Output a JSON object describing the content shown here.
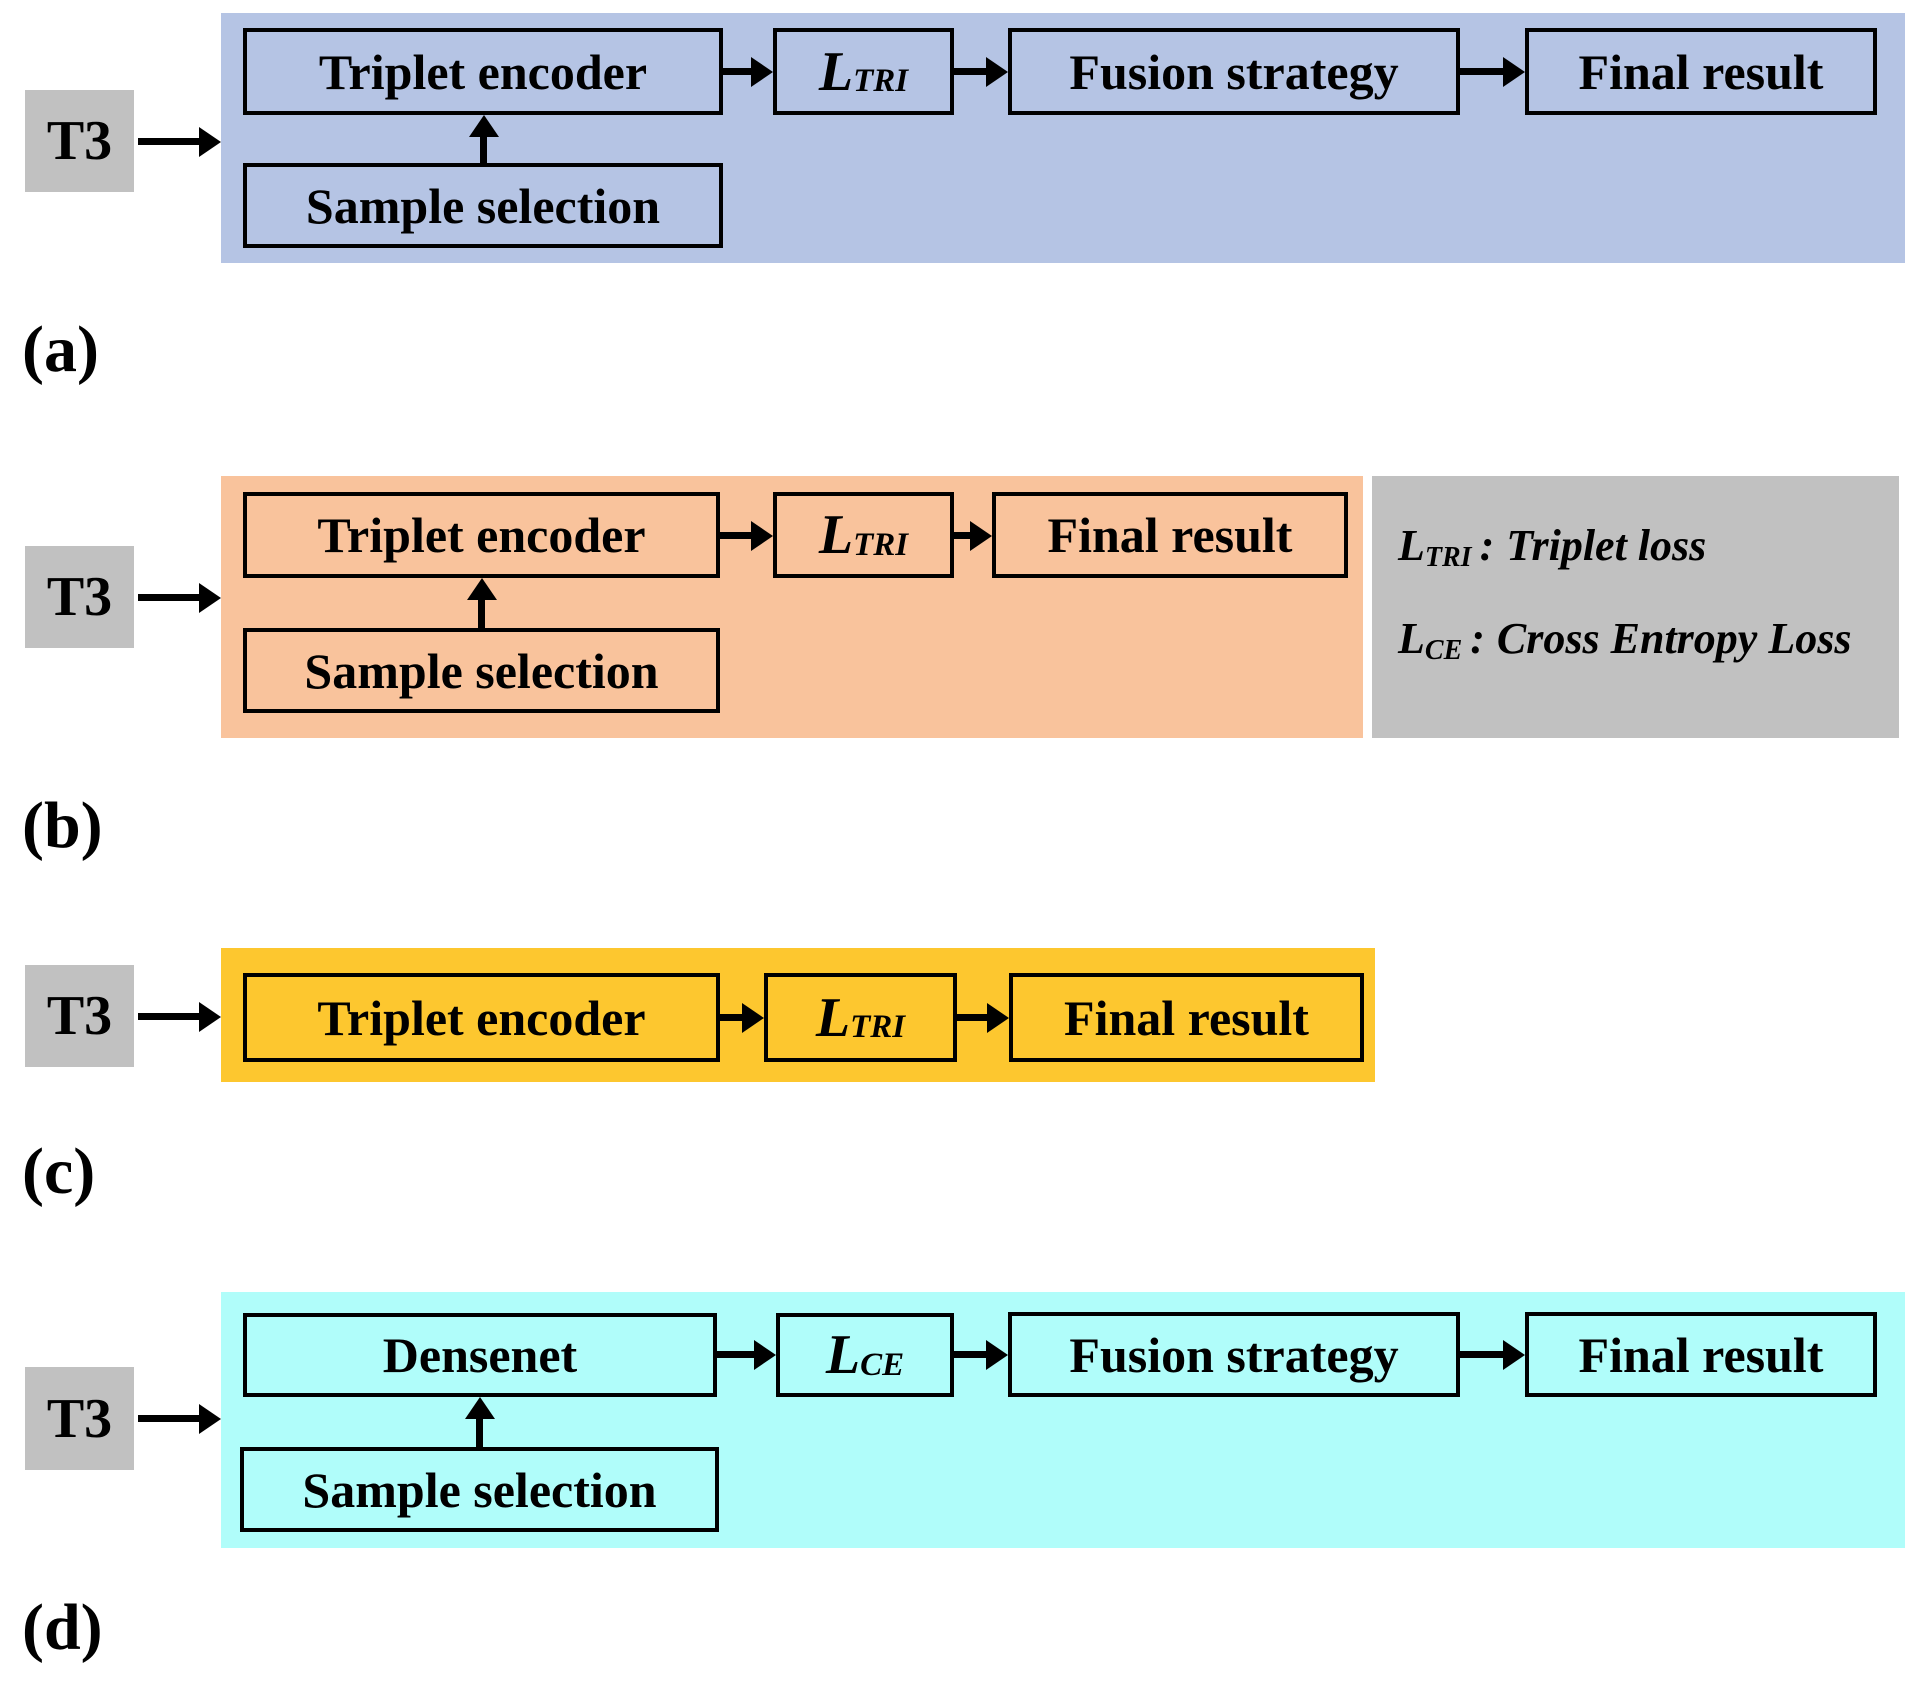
{
  "colors": {
    "panel_a_bg": "#b5c4e4",
    "panel_b_bg": "#f9c39c",
    "panel_c_bg": "#fdc72f",
    "panel_d_bg": "#b0fdfa",
    "gray_box_bg": "#c1c1c1",
    "line_color": "#000000"
  },
  "captions": {
    "a": "(a)",
    "b": "(b)",
    "c": "(c)",
    "d": "(d)"
  },
  "panel_a": {
    "input": "T3",
    "encoder": "Triplet encoder",
    "loss": {
      "main": "L",
      "sub": "TRI"
    },
    "fusion": "Fusion strategy",
    "final": "Final result",
    "sample": "Sample selection"
  },
  "panel_b": {
    "input": "T3",
    "encoder": "Triplet encoder",
    "loss": {
      "main": "L",
      "sub": "TRI"
    },
    "final": "Final result",
    "sample": "Sample selection"
  },
  "panel_c": {
    "input": "T3",
    "encoder": "Triplet encoder",
    "loss": {
      "main": "L",
      "sub": "TRI"
    },
    "final": "Final result"
  },
  "panel_d": {
    "input": "T3",
    "encoder": "Densenet",
    "loss": {
      "main": "L",
      "sub": "CE"
    },
    "fusion": "Fusion strategy",
    "final": "Final result",
    "sample": "Sample selection"
  },
  "legend": {
    "line1": {
      "sym": "L",
      "sub": "TRI",
      "colon": ":",
      "desc": "Triplet loss"
    },
    "line2": {
      "sym": "L",
      "sub": "CE",
      "colon": ":",
      "desc": "Cross Entropy Loss"
    }
  }
}
